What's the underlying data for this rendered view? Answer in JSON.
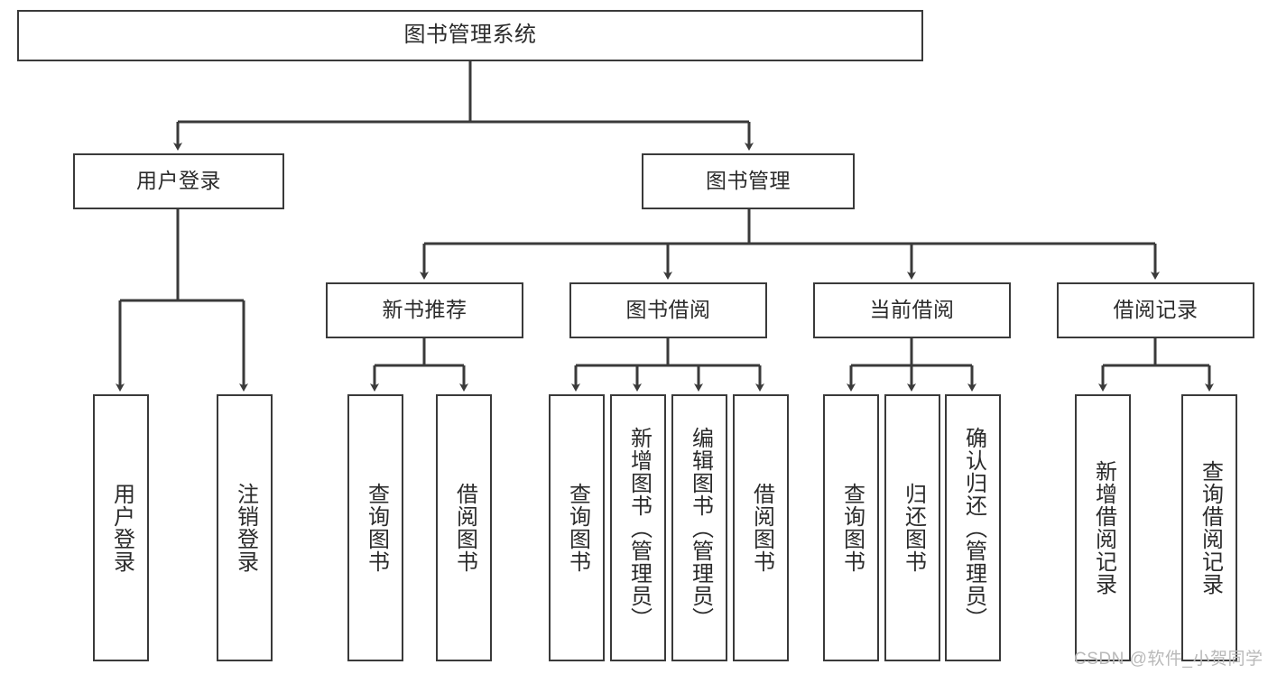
{
  "diagram": {
    "title": "图书管理系统",
    "type": "tree-hierarchy-diagram",
    "nodes": {
      "root": {
        "label": "图书管理系统"
      },
      "level2": [
        {
          "label": "用户登录"
        },
        {
          "label": "图书管理"
        }
      ],
      "level3": [
        {
          "label": "新书推荐"
        },
        {
          "label": "图书借阅"
        },
        {
          "label": "当前借阅"
        },
        {
          "label": "借阅记录"
        }
      ],
      "leaves": {
        "user_login": [
          {
            "label": "用户登录"
          },
          {
            "label": "注销登录"
          }
        ],
        "new_book_recommend": [
          {
            "label": "查询图书"
          },
          {
            "label": "借阅图书"
          }
        ],
        "book_borrow": [
          {
            "label": "查询图书"
          },
          {
            "label": "新增图书（管理员）"
          },
          {
            "label": "编辑图书（管理员）"
          },
          {
            "label": "借阅图书"
          }
        ],
        "current_borrow": [
          {
            "label": "查询图书"
          },
          {
            "label": "归还图书"
          },
          {
            "label": "确认归还（管理员）"
          }
        ],
        "borrow_record": [
          {
            "label": "新增借阅记录"
          },
          {
            "label": "查询借阅记录"
          }
        ]
      }
    }
  },
  "watermark": {
    "text": "CSDN @软件_小贺同学"
  },
  "colors": {
    "box_border": "#3a3a3a",
    "box_fill": "#ffffff",
    "connector": "#3a3a3a",
    "text": "#2b2b2b",
    "watermark": "#b9b9b9",
    "background": "#ffffff"
  }
}
